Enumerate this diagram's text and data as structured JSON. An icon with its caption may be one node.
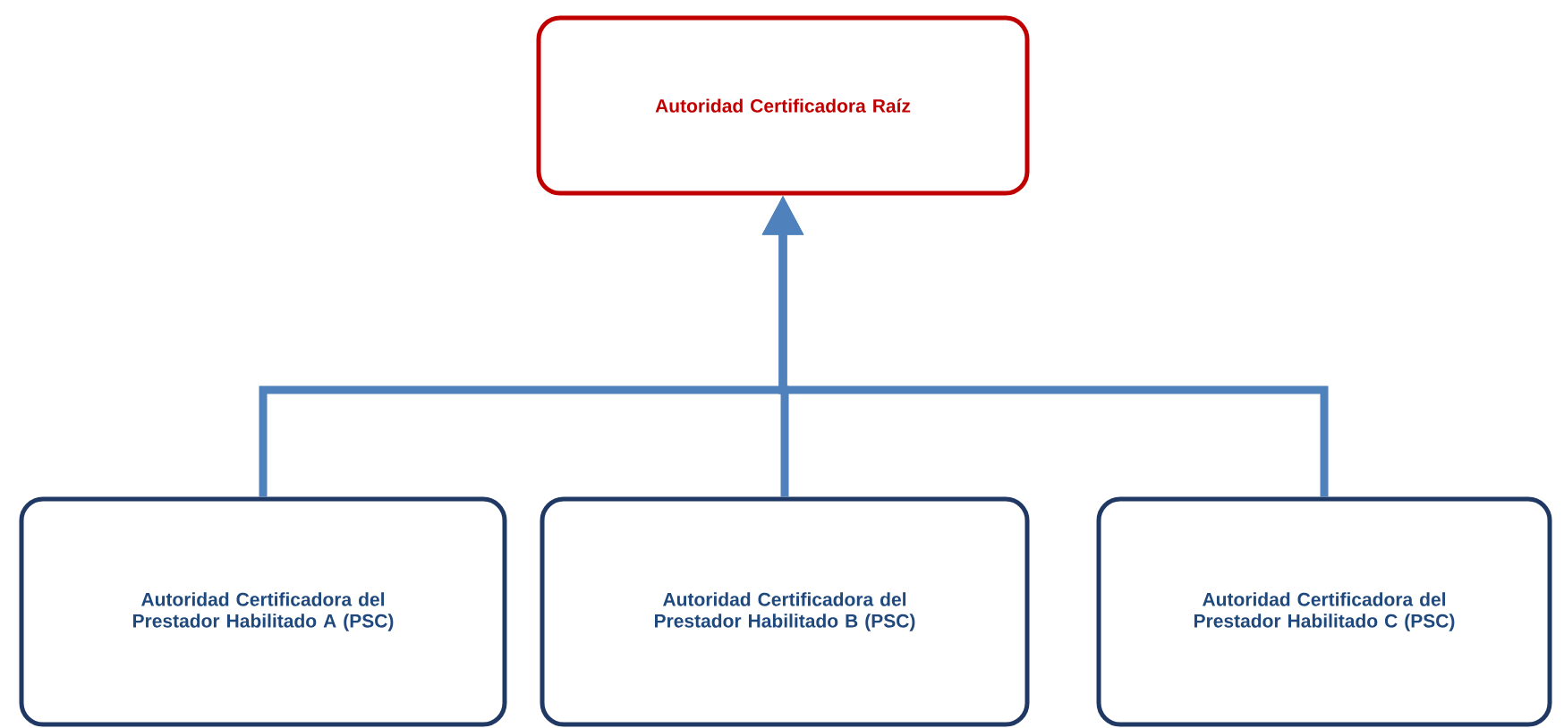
{
  "diagram": {
    "nodes": [
      {
        "text": [
          "Autoridad Certificadora Raíz"
        ]
      },
      {
        "text": [
          "Autoridad Certificadora del Prestador Habilitado A (PSC)"
        ]
      },
      {
        "text": [
          "Autoridad Certificadora del Prestador Habilitado B (PSC)"
        ]
      },
      {
        "text": [
          "Autoridad Certificadora del Prestador Habilitado C (PSC)"
        ]
      }
    ],
    "edges": [
      {
        "from": 1,
        "to": 0,
        "arrow": "to"
      },
      {
        "from": 2,
        "to": 0,
        "arrow": "to"
      },
      {
        "from": 3,
        "to": 0,
        "arrow": "to"
      }
    ]
  }
}
